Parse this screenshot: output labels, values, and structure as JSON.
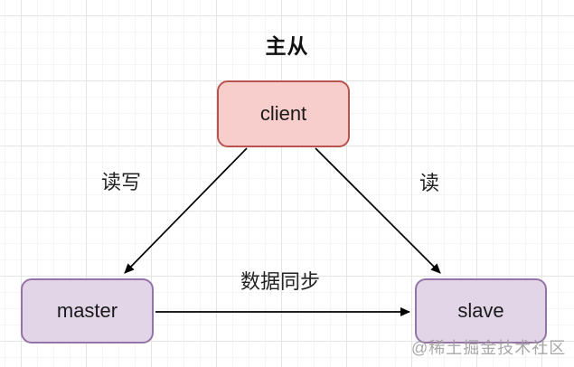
{
  "diagram": {
    "title": "主从",
    "nodes": [
      {
        "id": "client",
        "label": "client",
        "fill": "#f8cecc",
        "border": "#b85450"
      },
      {
        "id": "master",
        "label": "master",
        "fill": "#e1d5e7",
        "border": "#9673a6"
      },
      {
        "id": "slave",
        "label": "slave",
        "fill": "#e1d5e7",
        "border": "#9673a6"
      }
    ],
    "edges": [
      {
        "from": "client",
        "to": "master",
        "label": "读写"
      },
      {
        "from": "client",
        "to": "slave",
        "label": "读"
      },
      {
        "from": "master",
        "to": "slave",
        "label": "数据同步"
      }
    ],
    "arrow_color": "#000000",
    "watermark": "@稀土掘金技术社区",
    "watermark_color": "#9a9a9a"
  }
}
